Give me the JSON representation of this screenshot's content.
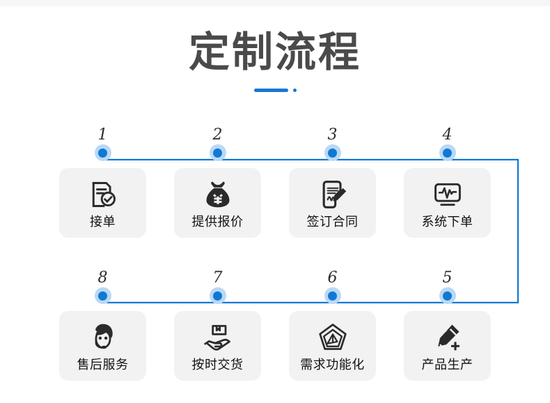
{
  "page": {
    "title": "定制流程",
    "accent_color": "#1878d4",
    "dot_color": "#1178d4",
    "dot_halo_color": "#b9d9f4",
    "card_background": "#f2f2f2",
    "icon_color": "#2b2b2b",
    "title_color": "#4a4a4a"
  },
  "flow": {
    "direction": "serpentine",
    "steps": [
      {
        "number": "1",
        "label": "接单",
        "icon": "document-check-icon"
      },
      {
        "number": "2",
        "label": "提供报价",
        "icon": "money-bag-yuan-icon"
      },
      {
        "number": "3",
        "label": "签订合同",
        "icon": "contract-pen-icon"
      },
      {
        "number": "4",
        "label": "系统下单",
        "icon": "monitor-waveform-icon"
      },
      {
        "number": "5",
        "label": "产品生产",
        "icon": "pencil-plus-icon"
      },
      {
        "number": "6",
        "label": "需求功能化",
        "icon": "pentagon-icon"
      },
      {
        "number": "7",
        "label": "按时交货",
        "icon": "hand-package-icon"
      },
      {
        "number": "8",
        "label": "售后服务",
        "icon": "headset-person-icon"
      }
    ]
  }
}
